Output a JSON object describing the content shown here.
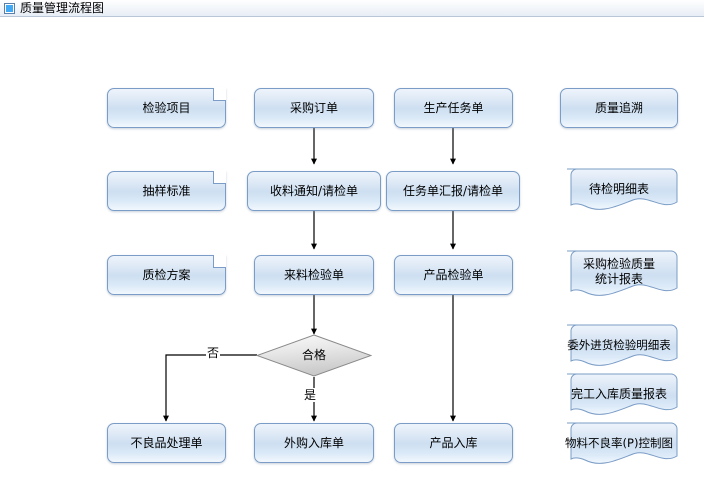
{
  "window": {
    "title": "质量管理流程图",
    "icon": "window-square-icon"
  },
  "diagram": {
    "title": "质量管理流程图",
    "colors": {
      "node_border": "#7a9cc6",
      "node_fill_top": "#eef4fb",
      "node_fill_mid": "#cddff1",
      "decision_fill": "#e8e8e8",
      "decision_border": "#8a8a8a",
      "edge": "#000000",
      "titlebar_accent": "#3fa9f5"
    },
    "nodes": [
      {
        "id": "n1",
        "label": "检验项目",
        "shape": "folded",
        "col": 1,
        "row": 1
      },
      {
        "id": "n2",
        "label": "采购订单",
        "shape": "process",
        "col": 2,
        "row": 1
      },
      {
        "id": "n3",
        "label": "生产任务单",
        "shape": "process",
        "col": 3,
        "row": 1
      },
      {
        "id": "n4",
        "label": "质量追溯",
        "shape": "process",
        "col": 4,
        "row": 1
      },
      {
        "id": "n5",
        "label": "抽样标准",
        "shape": "folded",
        "col": 1,
        "row": 2
      },
      {
        "id": "n6",
        "label": "收料通知/请检单",
        "shape": "process",
        "col": 2,
        "row": 2
      },
      {
        "id": "n7",
        "label": "任务单汇报/请检单",
        "shape": "process",
        "col": 3,
        "row": 2
      },
      {
        "id": "n8",
        "label": "待检明细表",
        "shape": "wavy",
        "col": 4,
        "row": 2
      },
      {
        "id": "n9",
        "label": "质检方案",
        "shape": "folded",
        "col": 1,
        "row": 3
      },
      {
        "id": "n10",
        "label": "来料检验单",
        "shape": "process",
        "col": 2,
        "row": 3
      },
      {
        "id": "n11",
        "label": "产品检验单",
        "shape": "process",
        "col": 3,
        "row": 3
      },
      {
        "id": "n12",
        "label": "采购检验质量\n统计报表",
        "shape": "wavy",
        "col": 4,
        "row": 3
      },
      {
        "id": "n13",
        "label": "合格",
        "shape": "decision",
        "col": 2,
        "row": 4
      },
      {
        "id": "n14",
        "label": "委外进货检验明细表",
        "shape": "wavy",
        "col": 4,
        "row": 4
      },
      {
        "id": "n15",
        "label": "完工入库质量报表",
        "shape": "wavy",
        "col": 4,
        "row": 5
      },
      {
        "id": "n16",
        "label": "不良品处理单",
        "shape": "process",
        "col": 1,
        "row": 6
      },
      {
        "id": "n17",
        "label": "外购入库单",
        "shape": "process",
        "col": 2,
        "row": 6
      },
      {
        "id": "n18",
        "label": "产品入库",
        "shape": "process",
        "col": 3,
        "row": 6
      },
      {
        "id": "n19",
        "label": "物料不良率(P)控制图",
        "shape": "wavy",
        "col": 4,
        "row": 6
      }
    ],
    "edges": [
      {
        "from": "n2",
        "to": "n6",
        "label": ""
      },
      {
        "from": "n6",
        "to": "n10",
        "label": ""
      },
      {
        "from": "n10",
        "to": "n13",
        "label": ""
      },
      {
        "from": "n13",
        "to": "n17",
        "label": "是"
      },
      {
        "from": "n13",
        "to": "n16",
        "label": "否"
      },
      {
        "from": "n3",
        "to": "n7",
        "label": ""
      },
      {
        "from": "n7",
        "to": "n11",
        "label": ""
      },
      {
        "from": "n11",
        "to": "n18",
        "label": ""
      }
    ],
    "edge_labels": {
      "yes": "是",
      "no": "否"
    }
  }
}
